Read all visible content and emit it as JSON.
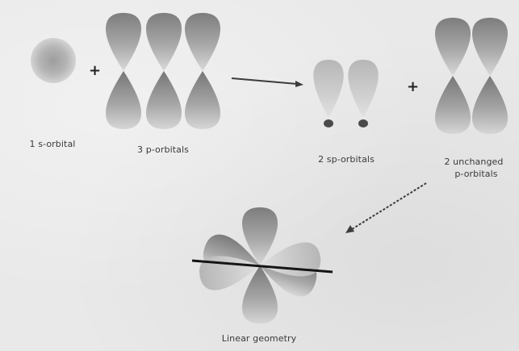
{
  "diagram": {
    "labels": {
      "s_orbital": "1 s-orbital",
      "p_orbitals": "3 p-orbitals",
      "sp_orbitals": "2 sp-orbitals",
      "unchanged_line1": "2 unchanged",
      "unchanged_line2": "p-orbitals",
      "linear_geometry": "Linear geometry"
    },
    "operators": {
      "plus_1": "+",
      "plus_2": "+"
    },
    "colors": {
      "background": "#e9e9e9",
      "lobe_dark": "#8a8a8a",
      "lobe_light": "#d2d2d2",
      "arrow": "#3c3c3c",
      "axis_line": "#151515"
    }
  }
}
